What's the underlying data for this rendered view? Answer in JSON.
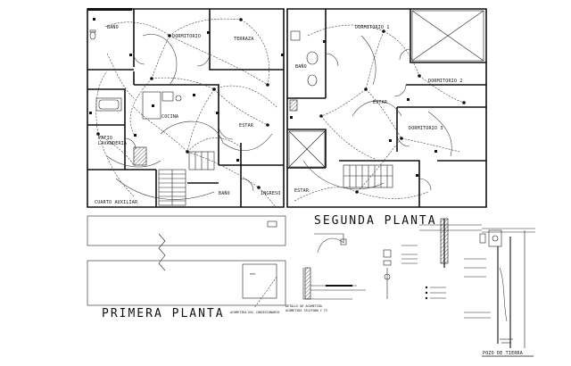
{
  "titles": {
    "first_floor": "PRIMERA  PLANTA",
    "second_floor": "SEGUNDA  PLANTA",
    "ground_well": "POZO DE TIERRA"
  },
  "first_floor_rooms": {
    "bano": "BAÑO",
    "dormitorio": "DORMITORIO",
    "terraza": "TERRAZA",
    "cocina": "COCINA",
    "estar": "ESTAR",
    "patio": "PATIO",
    "lavanderia": "LAVANDERIA",
    "cuarto_auxiliar": "CUARTO AUXILIAR",
    "bano_2": "BAÑO",
    "ingreso": "INGRESO"
  },
  "second_floor_rooms": {
    "dormitorio_1": "DORMITORIO 1",
    "bano": "BAÑO",
    "dormitorio_2": "DORMITORIO 2",
    "estar": "ESTAR",
    "dormitorio_3": "DORMITORIO 3",
    "estar_2": "ESTAR"
  },
  "details": {
    "acometida": "ACOMETIDA DEL CONCESIONARIO",
    "detalle_acometida": "DETALLE DE ACOMETIDA",
    "acometida_telefono": "ACOMETIDA TELEFONO Y TV"
  }
}
